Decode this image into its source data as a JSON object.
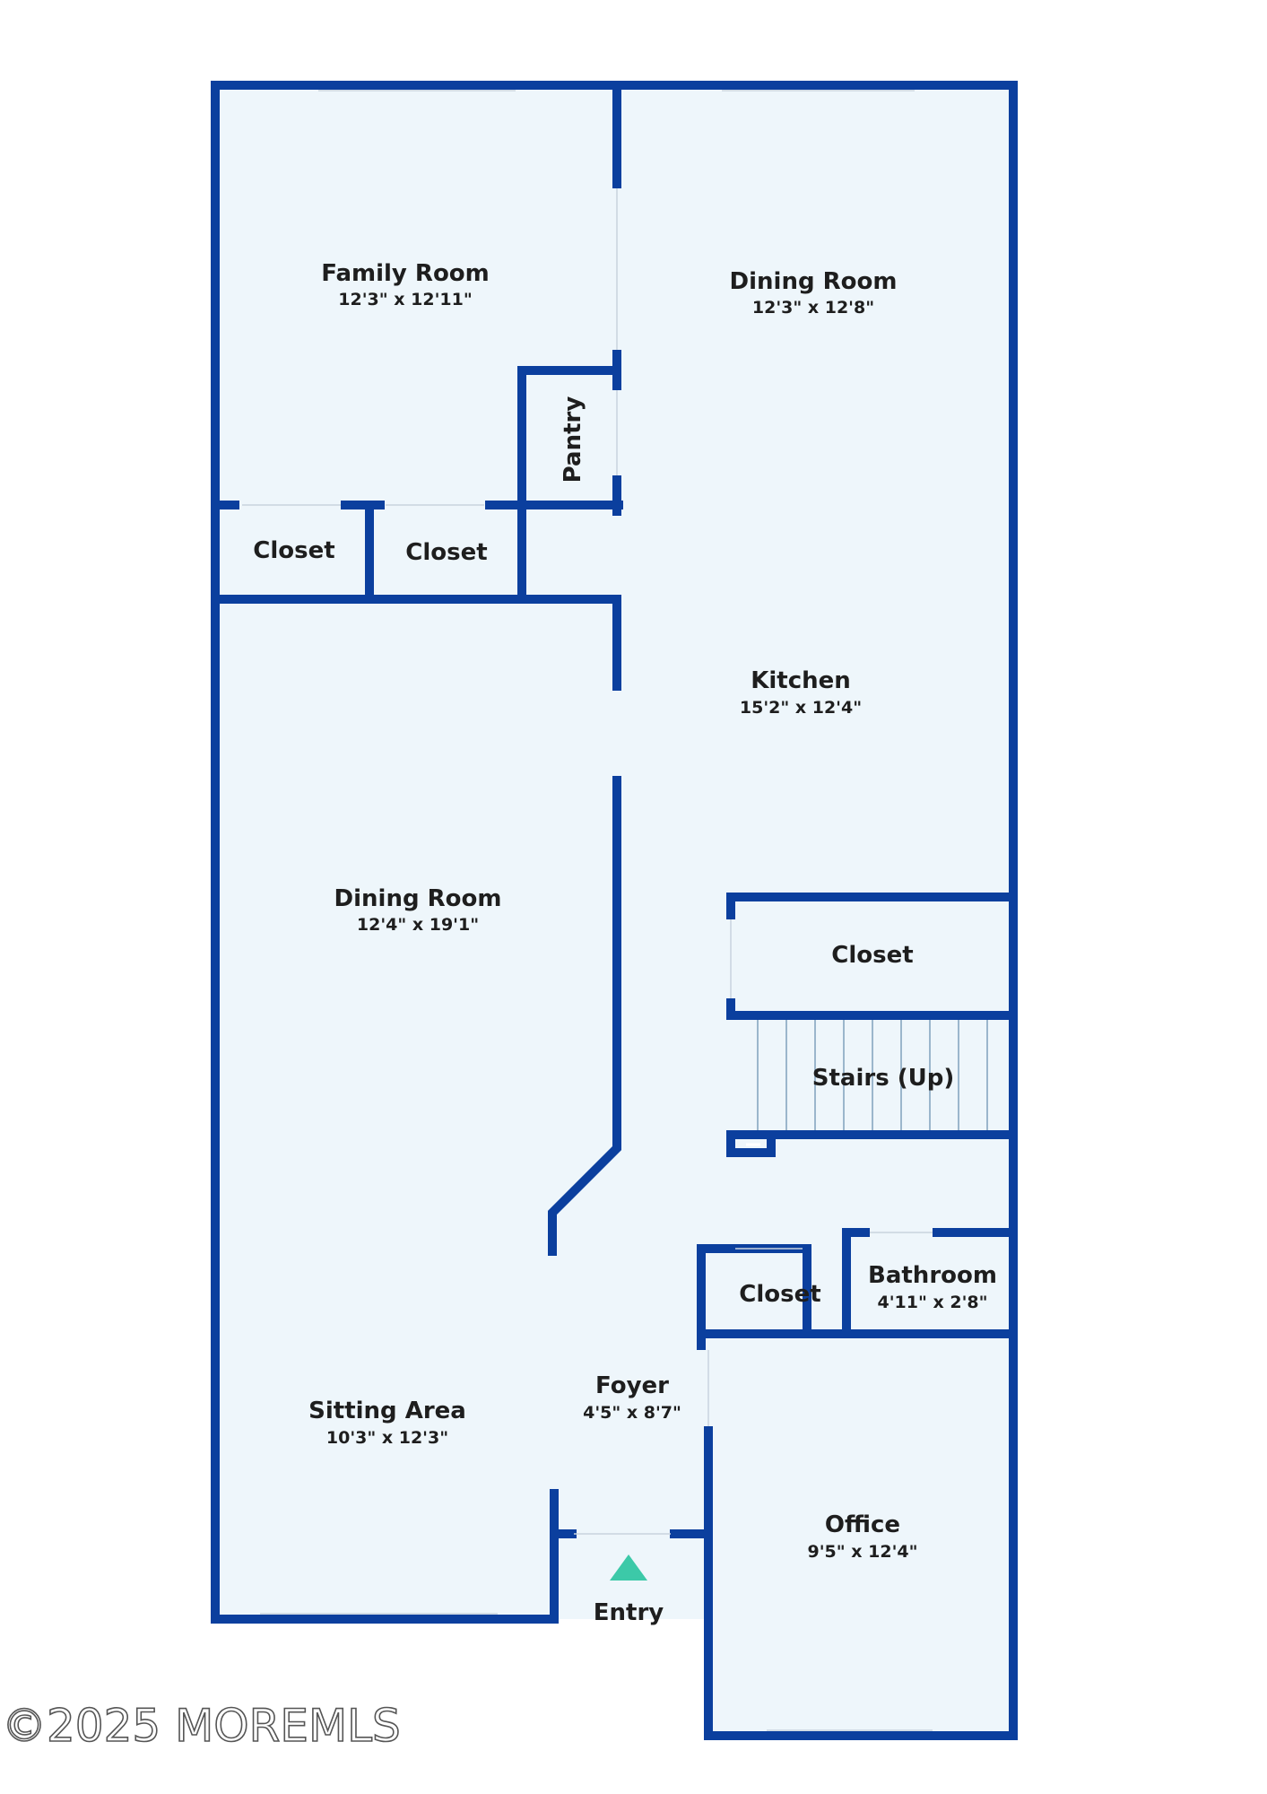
{
  "rooms": {
    "family_room": {
      "name": "Family Room",
      "dims": "12'3\" x 12'11\""
    },
    "dining_room_upper": {
      "name": "Dining Room",
      "dims": "12'3\" x 12'8\""
    },
    "pantry": {
      "name": "Pantry"
    },
    "closet_left": {
      "name": "Closet"
    },
    "closet_middle": {
      "name": "Closet"
    },
    "kitchen": {
      "name": "Kitchen",
      "dims": "15'2\" x 12'4\""
    },
    "dining_room_lower": {
      "name": "Dining Room",
      "dims": "12'4\" x 19'1\""
    },
    "closet_right": {
      "name": "Closet"
    },
    "stairs": {
      "name": "Stairs (Up)"
    },
    "closet_foyer": {
      "name": "Closet"
    },
    "bathroom": {
      "name": "Bathroom",
      "dims": "4'11\" x 2'8\""
    },
    "sitting_area": {
      "name": "Sitting Area",
      "dims": "10'3\" x 12'3\""
    },
    "foyer": {
      "name": "Foyer",
      "dims": "4'5\" x 8'7\""
    },
    "office": {
      "name": "Office",
      "dims": "9'5\" x 12'4\""
    }
  },
  "entry": {
    "label": "Entry"
  },
  "watermark": {
    "text": "©2025 MOREMLS"
  },
  "colors": {
    "wall": "#0b3f9e",
    "floor": "#eef6fb",
    "entry_arrow": "#3cc9a8"
  }
}
